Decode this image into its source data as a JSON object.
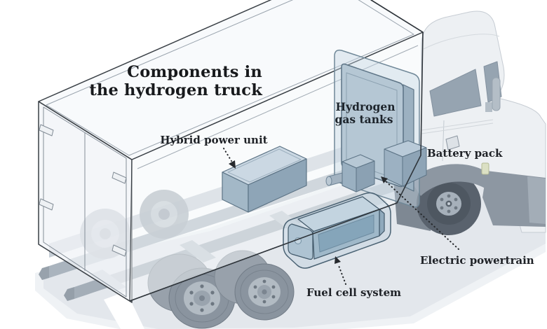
{
  "figure": {
    "title": {
      "line1": "Components in",
      "line2": "the hydrogen truck"
    },
    "labels": {
      "hybrid_power_unit": "Hybrid power unit",
      "hydrogen_gas_tanks_line1": "Hydrogen",
      "hydrogen_gas_tanks_line2": "gas tanks",
      "battery_pack": "Battery pack",
      "electric_powertrain": "Electric powertrain",
      "fuel_cell_system": "Fuel cell system"
    },
    "palette": {
      "component_blue_light": "#c3d4e0",
      "component_blue": "#9fb8c9",
      "component_blue_dark": "#85a5ba",
      "outline_dark": "#2f353b",
      "label_text": "#1e2126",
      "cab_body": "#eef1f4",
      "window_gray": "#96a4b1",
      "dark_gray": "#7e8893",
      "tire_gray": "#8a949f",
      "shadow_gray": "#e3e7ec",
      "marker_light": "#dbe0c4",
      "background": "#ffffff"
    }
  }
}
